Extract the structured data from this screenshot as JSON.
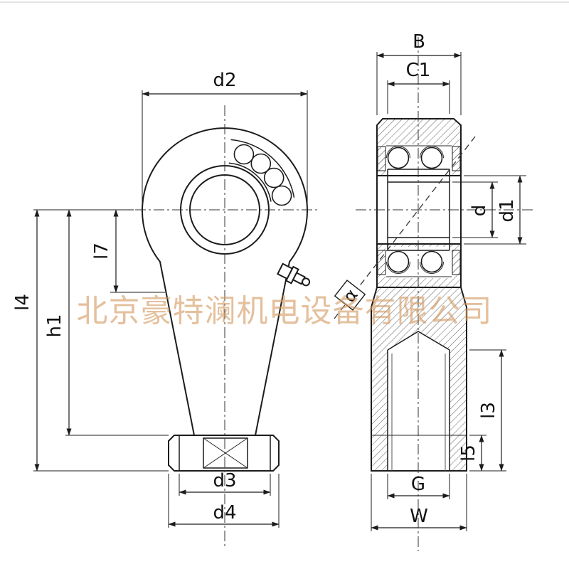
{
  "colors": {
    "line": "#1c1c1c",
    "watermark": "#d49a62"
  },
  "watermark": {
    "text": "北京豪特澜机电设备有限公司"
  },
  "dim": {
    "d2": "d2",
    "B": "B",
    "C1": "C1",
    "d": "d",
    "d1": "d1",
    "l7": "l7",
    "h1": "h1",
    "l4": "l4",
    "alpha": "α",
    "l3": "l3",
    "l5": "l5",
    "d3": "d3",
    "d4": "d4",
    "G": "G",
    "W": "W"
  }
}
